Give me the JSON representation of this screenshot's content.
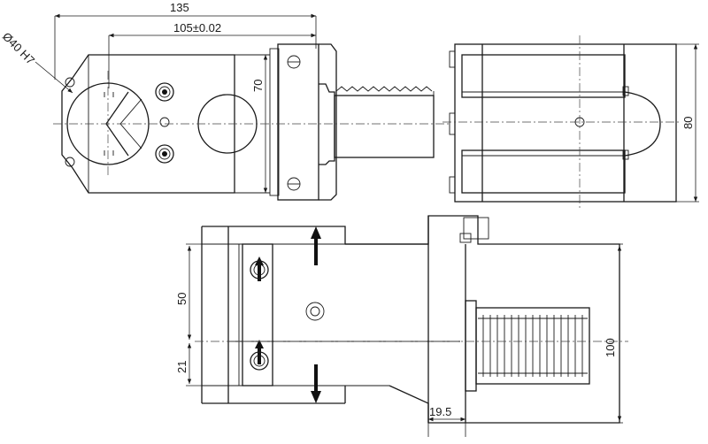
{
  "dimensions": {
    "overall_length": "135",
    "pitch": "105±0.02",
    "bore": "Ø40 H7",
    "height_70": "70",
    "height_80": "80",
    "offset_50": "50",
    "offset_21": "21",
    "height_100": "100",
    "offset_19_5": "19.5"
  },
  "colors": {
    "line": "#1a1a1a",
    "background": "#ffffff"
  }
}
